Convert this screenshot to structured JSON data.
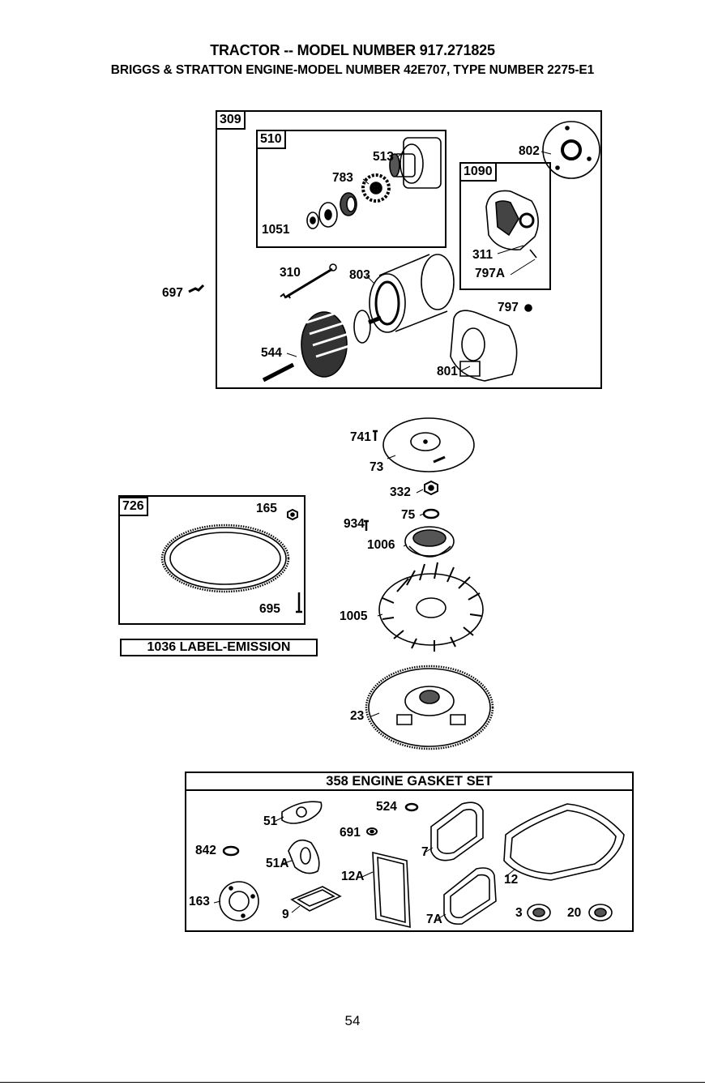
{
  "header": {
    "title": "TRACTOR -- MODEL NUMBER 917.271825",
    "subtitle": "BRIGGS & STRATTON ENGINE-MODEL NUMBER 42E707, TYPE NUMBER 2275-E1"
  },
  "starter": {
    "assembly": "309",
    "drive_assembly": "510",
    "end_cap_assembly": "1090",
    "parts": {
      "p513": "513",
      "p783": "783",
      "p1051": "1051",
      "p802": "802",
      "p311": "311",
      "p797a": "797A",
      "p797": "797",
      "p310": "310",
      "p803": "803",
      "p544": "544",
      "p801": "801",
      "p697": "697"
    }
  },
  "flywheel_parts": {
    "p741": "741",
    "p73": "73",
    "p332": "332",
    "p75": "75",
    "p934": "934",
    "p1006": "1006",
    "p1005": "1005",
    "p23": "23"
  },
  "ring_gear": {
    "assembly": "726",
    "p165": "165",
    "p695": "695",
    "emission_label": "1036 LABEL-EMISSION"
  },
  "gasket_set": {
    "title": "358 ENGINE GASKET SET",
    "parts": {
      "p51": "51",
      "p524": "524",
      "p691": "691",
      "p842": "842",
      "p51a": "51A",
      "p7": "7",
      "p12a": "12A",
      "p12": "12",
      "p163": "163",
      "p9": "9",
      "p7a": "7A",
      "p3": "3",
      "p20": "20"
    }
  },
  "page_number": "54"
}
